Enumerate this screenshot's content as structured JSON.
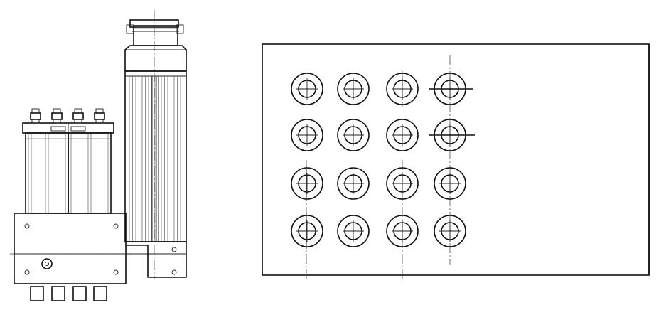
{
  "figure": {
    "views": [
      {
        "id": "side-view",
        "description_kind": "elevation"
      },
      {
        "id": "top-view",
        "description_kind": "plan"
      }
    ],
    "top_view": {
      "rows": 4,
      "cols": 4
    },
    "side_view": {
      "cartridge_count": 2,
      "fitting_count_top": 4,
      "fitting_count_bottom": 4,
      "tall_housing_count": 1
    },
    "colors": {
      "line": "#111111",
      "background": "#ffffff"
    }
  }
}
